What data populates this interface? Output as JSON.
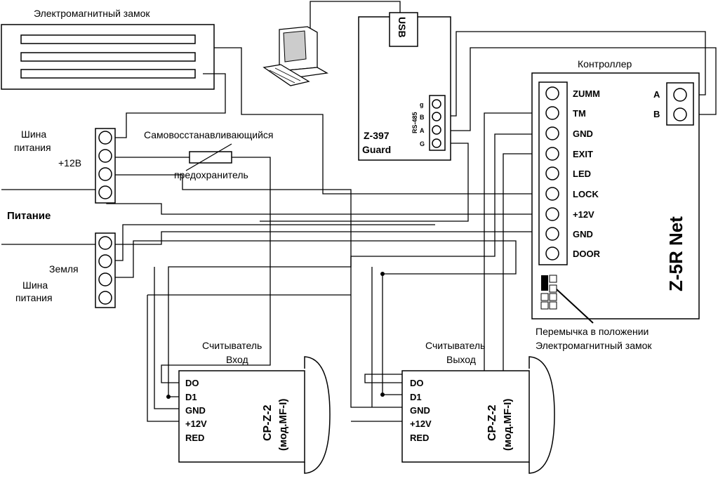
{
  "lock": {
    "title": "Электромагнитный замок"
  },
  "power_bus_top": {
    "label_line1": "Шина",
    "label_line2": "питания",
    "voltage": "+12В"
  },
  "power": {
    "label": "Питание"
  },
  "ground_bus": {
    "label": "Земля",
    "label_line1": "Шина",
    "label_line2": "питания"
  },
  "fuse": {
    "label_line1": "Самовосстанавливающийся",
    "label_line2": "предохранитель"
  },
  "converter": {
    "model_line1": "Z-397",
    "model_line2": "Guard",
    "usb": "USB",
    "rs485": "RS-485",
    "pins": [
      "g",
      "B",
      "A",
      "G"
    ]
  },
  "controller": {
    "title": "Контроллер",
    "model": "Z-5R Net",
    "pins": [
      "ZUMM",
      "TM",
      "GND",
      "EXIT",
      "LED",
      "LOCK",
      "+12V",
      "GND",
      "DOOR"
    ],
    "bus_pins": [
      "A",
      "B"
    ],
    "jumper_note_line1": "Перемычка в положении",
    "jumper_note_line2": "Электромагнитный замок"
  },
  "reader_in": {
    "title_line1": "Считыватель",
    "title_line2": "Вход",
    "model_line1": "CP-Z-2",
    "model_line2": "(мод.MF-I)",
    "pins": [
      "DO",
      "D1",
      "GND",
      "+12V",
      "RED"
    ]
  },
  "reader_out": {
    "title_line1": "Считыватель",
    "title_line2": "Выход",
    "model_line1": "CP-Z-2",
    "model_line2": "(мод.MF-I)",
    "pins": [
      "DO",
      "D1",
      "GND",
      "+12V",
      "RED"
    ]
  }
}
